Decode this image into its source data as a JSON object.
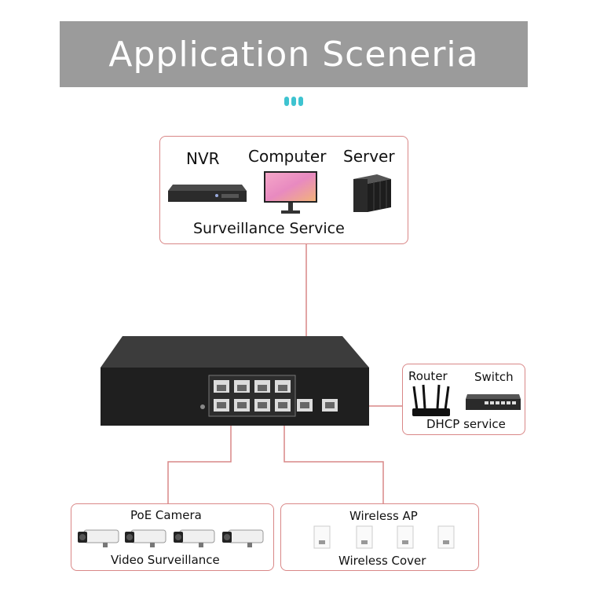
{
  "banner": {
    "title": "Application Sceneria"
  },
  "top_box": {
    "items": [
      "NVR",
      "Computer",
      "Server"
    ],
    "caption": "Surveillance Service"
  },
  "right_box": {
    "items": [
      "Router",
      "Switch"
    ],
    "caption": "DHCP service"
  },
  "left_bottom_box": {
    "title": "PoE Camera",
    "caption": "Video Surveillance"
  },
  "right_bottom_box": {
    "title": "Wireless AP",
    "caption": "Wireless Cover"
  },
  "colors": {
    "banner": "#9b9b9b",
    "connector": "#d98787",
    "accent": "#3ec3d0"
  }
}
